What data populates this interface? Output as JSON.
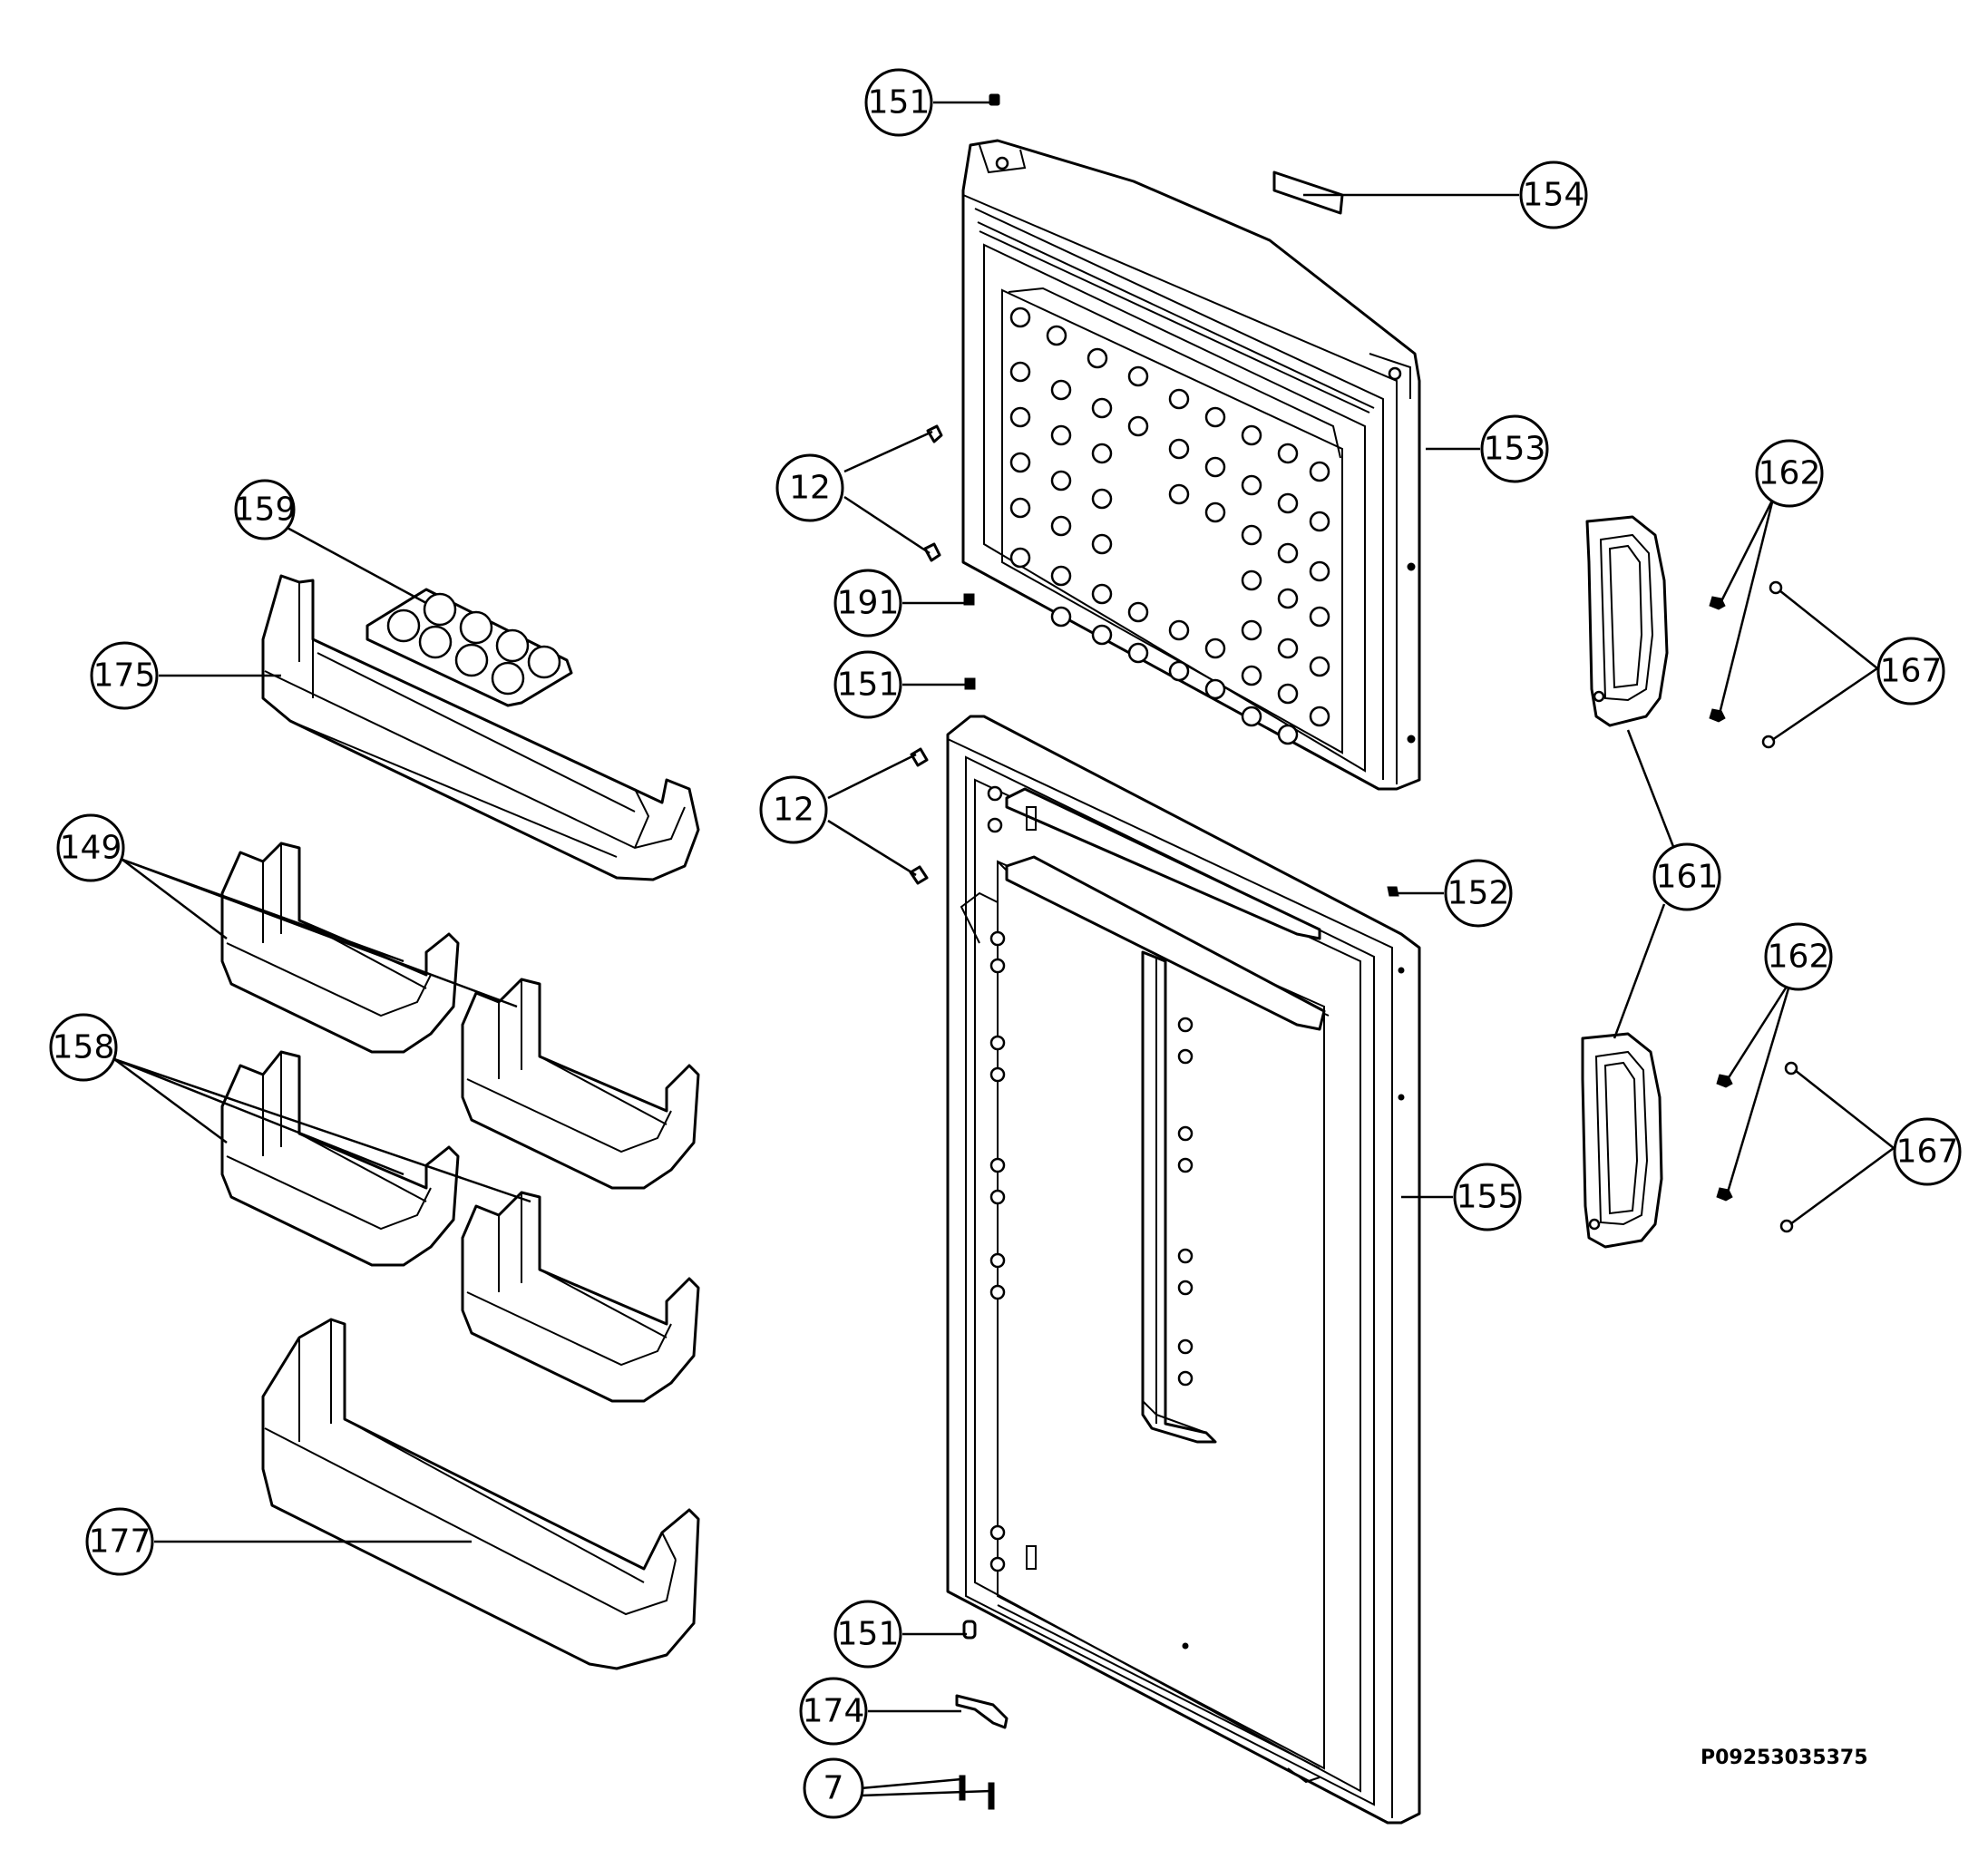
{
  "diagram": {
    "drawing_code": "P09253035375",
    "callouts": {
      "c151a": "151",
      "c154": "154",
      "c153": "153",
      "c12a": "12",
      "c191": "191",
      "c151b": "151",
      "c12b": "12",
      "c152": "152",
      "c155": "155",
      "c151c": "151",
      "c174": "174",
      "c7": "7",
      "c159": "159",
      "c175": "175",
      "c149": "149",
      "c158": "158",
      "c177": "177",
      "c162a": "162",
      "c167a": "167",
      "c161": "161",
      "c162b": "162",
      "c167b": "167"
    }
  }
}
